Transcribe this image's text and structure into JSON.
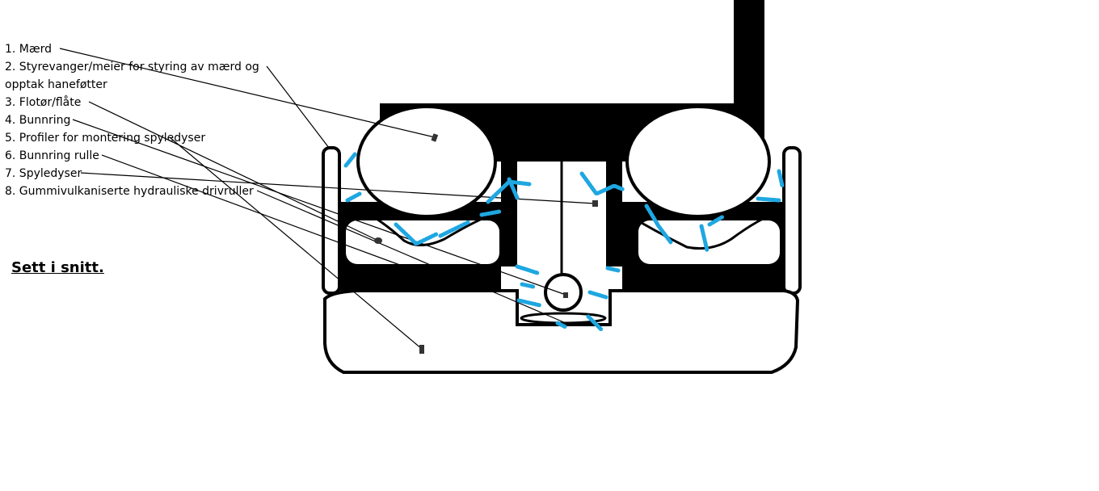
{
  "legend": {
    "items": [
      {
        "label": "1. Mærd"
      },
      {
        "label": "2. Styrevanger/meier for styring av mærd og opptak haneføtter"
      },
      {
        "label": "3. Flotør/flåte"
      },
      {
        "label": "4. Bunnring"
      },
      {
        "label": "5. Profiler for montering spyledyser"
      },
      {
        "label": "6. Bunnring rulle"
      },
      {
        "label": "7. Spyledyser"
      },
      {
        "label": "8. Gummivulkaniserte hydrauliske drivruller"
      }
    ]
  },
  "caption": "Sett i snitt.",
  "colors": {
    "line": "#000000",
    "spray": "#1ea7e1",
    "background": "#ffffff"
  }
}
